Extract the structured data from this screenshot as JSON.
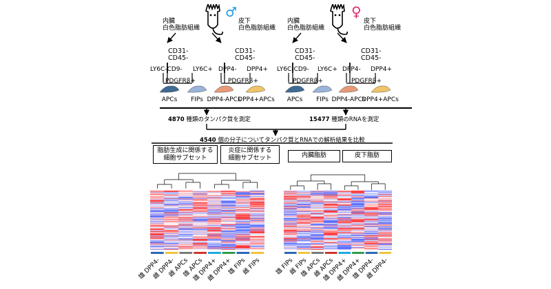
{
  "male": {
    "symbol": "♂",
    "color": "#1c9be0",
    "visceral_label": "内臓\n白色脂肪組織",
    "subq_label": "皮下\n白色脂肪組織",
    "left_marker": "CD31-\nCD45-",
    "right_marker": "CD31-\nCD45-",
    "ll_split": "LY6C-CD9-",
    "lr_split": "LY6C+",
    "rl_split": "DPP4-",
    "rr_split": "DPP4+",
    "pdgfr": "PDGFRβ+",
    "cells": [
      "APCs",
      "FIPs",
      "DPP4-APCs",
      "DPP4+APCs"
    ]
  },
  "female": {
    "symbol": "♀",
    "color": "#e0296e",
    "visceral_label": "内臓\n白色脂肪組織",
    "subq_label": "皮下\n白色脂肪組織",
    "left_marker": "CD31-\nCD45-",
    "right_marker": "CD31-\nCD45-",
    "ll_split": "LY6C-CD9-",
    "lr_split": "LY6C+",
    "rl_split": "DPP4-",
    "rr_split": "DPP4+",
    "pdgfr": "PDGFRβ+",
    "cells": [
      "APCs",
      "FIPs",
      "DPP4-APCs",
      "DPP4+APCs"
    ]
  },
  "cell_colors": [
    "#3f6a93",
    "#9ab3d9",
    "#e79a78",
    "#f0c46a"
  ],
  "protein_text_num": "4870",
  "protein_text": "種類のタンパク質を測定",
  "rna_text_num": "15477",
  "rna_text": "種類のRNAを測定",
  "compare_num": "4540",
  "compare_text": "個の分子についてタンパク質とRNAでの解析結果を比較",
  "left_boxes": [
    "脂肪生成に関係する\n細胞サブセット",
    "炎症に関係する\n細胞サブセット"
  ],
  "right_boxes": [
    "内臓脂肪",
    "皮下脂肪"
  ],
  "left_bottom_labels": [
    "雄 DPP4-",
    "雌 DPP4-",
    "雌 APCs",
    "雄 APCs",
    "雄 DPP4+",
    "雌 DPP4+",
    "雄 FIPs",
    "雌 FIPs"
  ],
  "right_bottom_labels": [
    "雄 FIPs",
    "雌 FIPs",
    "雄 APCs",
    "雌 APCs",
    "雄 DPP4+",
    "雌 DPP4+",
    "雄 DPP4-",
    "雌 DPP4-"
  ],
  "left_bar_colors": [
    "#2b67b8",
    "#f0c43a",
    "#7a7a7a",
    "#d0352b",
    "#20a8e0",
    "#2e9e4a",
    "#2b67b8",
    "#f0c43a"
  ],
  "right_bar_colors": [
    "#2b67b8",
    "#f0c43a",
    "#7a7a7a",
    "#d0352b",
    "#20a8e0",
    "#2e9e4a",
    "#2b67b8",
    "#f0c43a"
  ]
}
